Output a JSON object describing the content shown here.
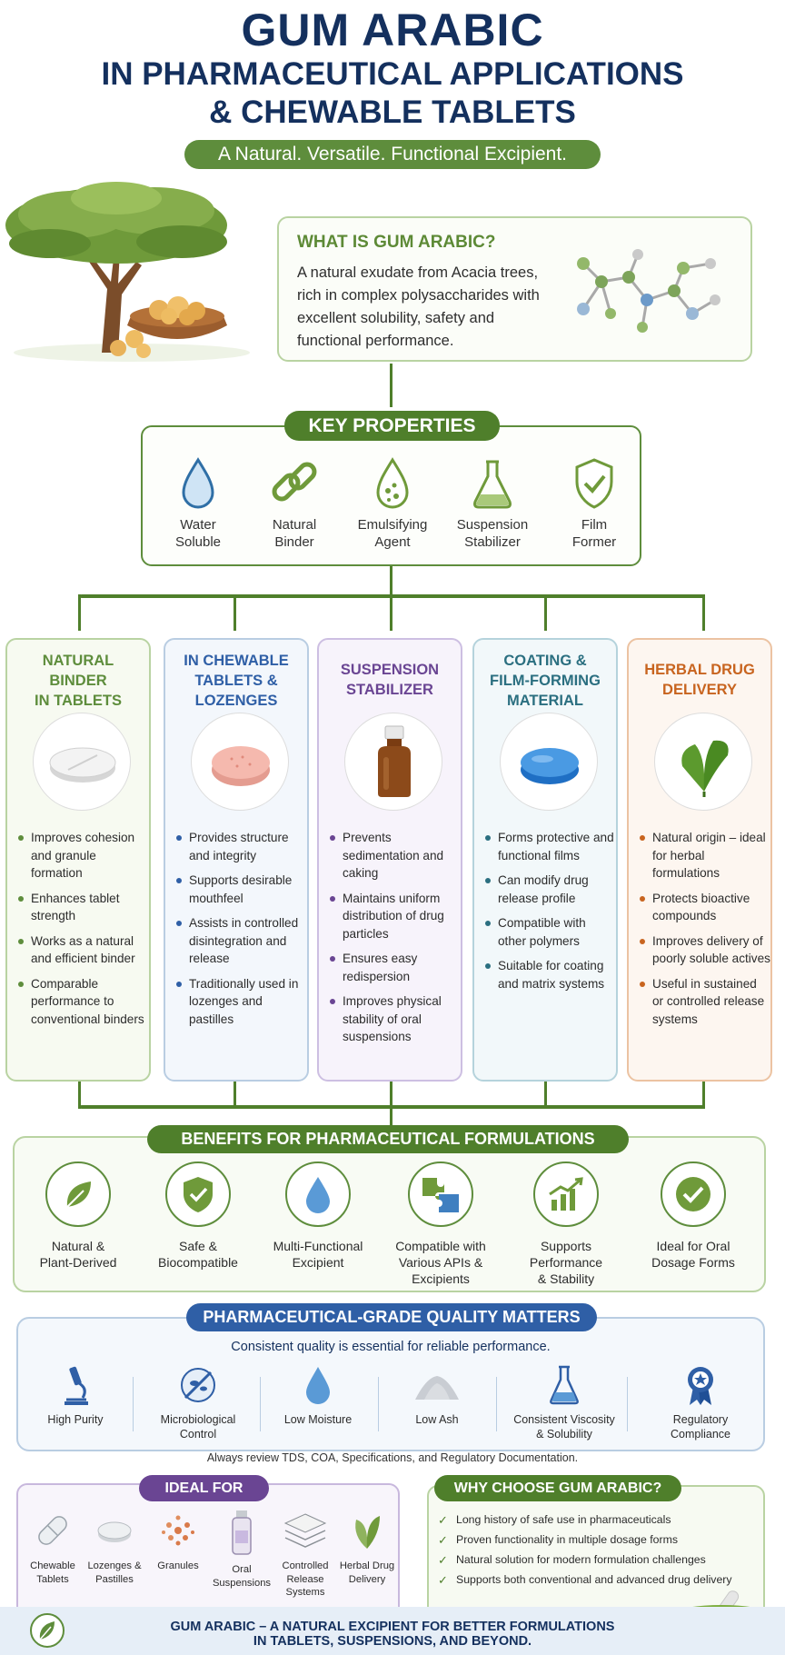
{
  "header": {
    "title_line1": "GUM ARABIC",
    "title_line2": "IN PHARMACEUTICAL APPLICATIONS",
    "title_line3": "& CHEWABLE TABLETS",
    "tagline": "A Natural. Versatile. Functional Excipient."
  },
  "what_is": {
    "title": "WHAT IS GUM ARABIC?",
    "body": "A natural exudate from Acacia trees, rich in complex polysaccharides with excellent solubility, safety and functional performance."
  },
  "key_properties": {
    "title": "KEY PROPERTIES",
    "items": [
      {
        "line1": "Water",
        "line2": "Soluble",
        "icon": "water-drop-icon"
      },
      {
        "line1": "Natural",
        "line2": "Binder",
        "icon": "link-icon"
      },
      {
        "line1": "Emulsifying",
        "line2": "Agent",
        "icon": "emulsion-drop-icon"
      },
      {
        "line1": "Suspension",
        "line2": "Stabilizer",
        "icon": "flask-icon"
      },
      {
        "line1": "Film",
        "line2": "Former",
        "icon": "shield-check-icon"
      }
    ]
  },
  "columns": [
    {
      "title_l1": "NATURAL",
      "title_l2": "BINDER",
      "title_l3": "IN TABLETS",
      "color": "#5e8d3c",
      "points": [
        "Improves cohesion and granule formation",
        "Enhances tablet strength",
        "Works as a natural and efficient binder",
        "Comparable performance to conventional binders"
      ]
    },
    {
      "title_l1": "IN CHEWABLE",
      "title_l2": "TABLETS &",
      "title_l3": "LOZENGES",
      "color": "#2f5fa6",
      "points": [
        "Provides structure and integrity",
        "Supports desirable mouthfeel",
        "Assists in controlled disintegration and release",
        "Traditionally used in lozenges and pastilles"
      ]
    },
    {
      "title_l1": "SUSPENSION",
      "title_l2": "STABILIZER",
      "title_l3": "",
      "color": "#6a4593",
      "points": [
        "Prevents sedimentation and caking",
        "Maintains uniform distribution of drug particles",
        "Ensures easy redispersion",
        "Improves physical stability of oral suspensions"
      ]
    },
    {
      "title_l1": "COATING &",
      "title_l2": "FILM-FORMING",
      "title_l3": "MATERIAL",
      "color": "#2b6f80",
      "points": [
        "Forms protective and functional films",
        "Can modify drug release profile",
        "Compatible with other polymers",
        "Suitable for coating and matrix systems"
      ]
    },
    {
      "title_l1": "HERBAL DRUG",
      "title_l2": "DELIVERY",
      "title_l3": "",
      "color": "#c8641f",
      "points": [
        "Natural origin – ideal for herbal formulations",
        "Protects bioactive compounds",
        "Improves delivery of poorly soluble actives",
        "Useful in sustained or controlled release systems"
      ]
    }
  ],
  "benefits": {
    "title": "BENEFITS FOR PHARMACEUTICAL FORMULATIONS",
    "items": [
      {
        "line1": "Natural &",
        "line2": "Plant-Derived",
        "line3": "",
        "icon": "leaf-icon"
      },
      {
        "line1": "Safe &",
        "line2": "Biocompatible",
        "line3": "",
        "icon": "shield-check-icon"
      },
      {
        "line1": "Multi-Functional",
        "line2": "Excipient",
        "line3": "",
        "icon": "water-drop-icon"
      },
      {
        "line1": "Compatible with",
        "line2": "Various APIs &",
        "line3": "Excipients",
        "icon": "puzzle-icon"
      },
      {
        "line1": "Supports Performance",
        "line2": "& Stability",
        "line3": "",
        "icon": "growth-chart-icon"
      },
      {
        "line1": "Ideal for Oral",
        "line2": "Dosage Forms",
        "line3": "",
        "icon": "check-circle-icon"
      }
    ]
  },
  "quality": {
    "title": "PHARMACEUTICAL-GRADE QUALITY MATTERS",
    "subtitle": "Consistent quality is essential for reliable performance.",
    "items": [
      {
        "line1": "High Purity",
        "line2": "",
        "icon": "microscope-icon"
      },
      {
        "line1": "Microbiological",
        "line2": "Control",
        "icon": "microbe-icon"
      },
      {
        "line1": "Low Moisture",
        "line2": "",
        "icon": "water-drop-icon"
      },
      {
        "line1": "Low Ash",
        "line2": "",
        "icon": "powder-pile-icon"
      },
      {
        "line1": "Consistent Viscosity",
        "line2": "& Solubility",
        "icon": "beaker-icon"
      },
      {
        "line1": "Regulatory",
        "line2": "Compliance",
        "icon": "award-ribbon-icon"
      }
    ],
    "note": "Always review TDS, COA, Specifications, and Regulatory Documentation."
  },
  "ideal_for": {
    "title": "IDEAL FOR",
    "items": [
      {
        "line1": "Chewable",
        "line2": "Tablets",
        "line3": "",
        "icon": "capsule-icon"
      },
      {
        "line1": "Lozenges &",
        "line2": "Pastilles",
        "line3": "",
        "icon": "lozenge-icon"
      },
      {
        "line1": "Granules",
        "line2": "",
        "line3": "",
        "icon": "granules-icon"
      },
      {
        "line1": "Oral",
        "line2": "Suspensions",
        "line3": "",
        "icon": "bottle-icon"
      },
      {
        "line1": "Controlled",
        "line2": "Release",
        "line3": "Systems",
        "icon": "layers-icon"
      },
      {
        "line1": "Herbal Drug",
        "line2": "Delivery",
        "line3": "",
        "icon": "leaf-icon"
      }
    ]
  },
  "why_choose": {
    "title": "WHY CHOOSE GUM ARABIC?",
    "items": [
      "Long history of safe use in pharmaceuticals",
      "Proven functionality in multiple dosage forms",
      "Natural solution for modern formulation challenges",
      "Supports both conventional and advanced drug delivery"
    ]
  },
  "footer": {
    "line1": "GUM ARABIC – A NATURAL EXCIPIENT FOR BETTER FORMULATIONS",
    "line2": "IN TABLETS, SUSPENSIONS, AND BEYOND."
  },
  "colors": {
    "navy": "#14305e",
    "green": "#5e8d3c",
    "blue": "#2f5fa6",
    "purple": "#6a4593",
    "teal": "#2b6f80",
    "orange": "#c8641f"
  }
}
